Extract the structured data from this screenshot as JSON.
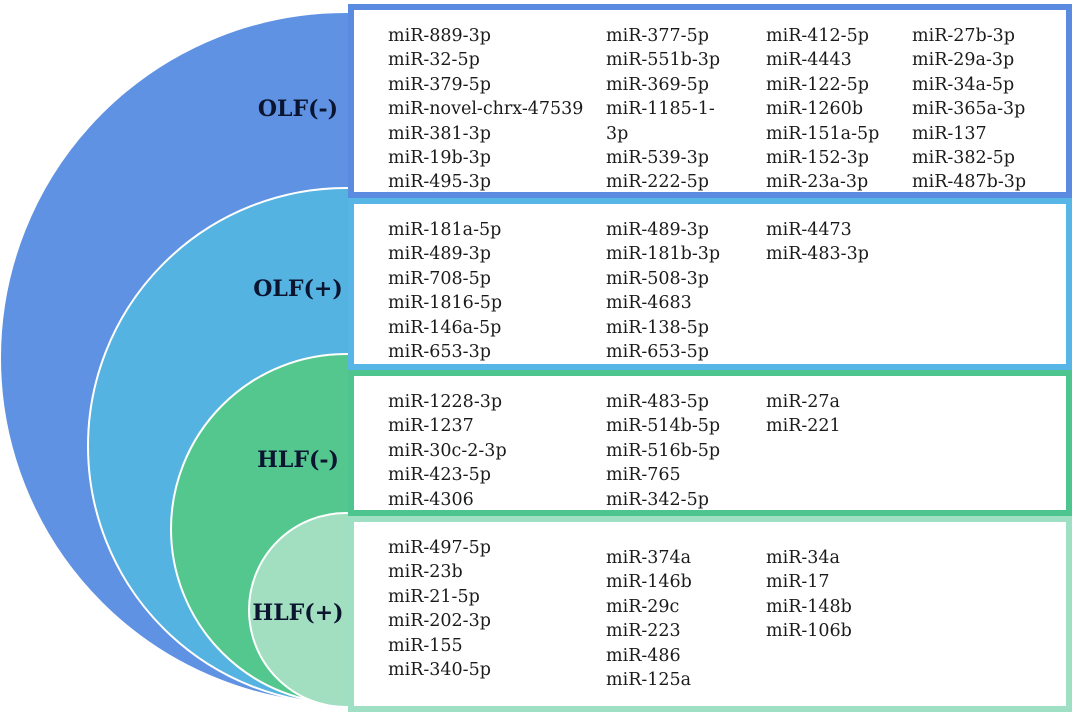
{
  "groups": [
    {
      "label": "OLF(-)",
      "color": "#5f92e3",
      "border": "#5b8be0",
      "columns": [
        [
          "miR-889-3p",
          "miR-32-5p",
          "miR-379-5p",
          "miR-novel-chrx-47539",
          "miR-381-3p",
          "miR-19b-3p",
          "miR-495-3p"
        ],
        [
          "miR-377-5p",
          "miR-551b-3p",
          "miR-369-5p",
          "miR-1185-1-",
          "3p",
          "miR-539-3p",
          "miR-222-5p"
        ],
        [
          "miR-412-5p",
          "miR-4443",
          "miR-122-5p",
          "miR-1260b",
          "miR-151a-5p",
          "miR-152-3p",
          "miR-23a-3p"
        ],
        [
          "miR-27b-3p",
          "miR-29a-3p",
          "miR-34a-5p",
          "miR-365a-3p",
          "miR-137",
          "miR-382-5p",
          "miR-487b-3p"
        ]
      ]
    },
    {
      "label": "OLF(+)",
      "color": "#55b3e1",
      "border": "#58b6e6",
      "columns": [
        [
          "miR-181a-5p",
          "miR-489-3p",
          "miR-708-5p",
          "miR-1816-5p",
          "miR-146a-5p",
          "miR-653-3p"
        ],
        [
          "miR-489-3p",
          "miR-181b-3p",
          "miR-508-3p",
          "miR-4683",
          "miR-138-5p",
          "miR-653-5p"
        ],
        [
          "miR-4473",
          "miR-483-3p"
        ]
      ]
    },
    {
      "label": "HLF(-)",
      "color": "#54c78f",
      "border": "#4ec48f",
      "columns": [
        [
          "miR-1228-3p",
          "miR-1237",
          "miR-30c-2-3p",
          "miR-423-5p",
          "miR-4306"
        ],
        [
          "miR-483-5p",
          "miR-514b-5p",
          "miR-516b-5p",
          "miR-765",
          "miR-342-5p"
        ],
        [
          "miR-27a",
          "miR-221"
        ]
      ]
    },
    {
      "label": "HLF(+)",
      "color": "#a2dfc0",
      "border": "#9fdfc3",
      "columns": [
        [
          "miR-497-5p",
          "miR-23b",
          "miR-21-5p",
          "miR-202-3p",
          "miR-155",
          "miR-340-5p"
        ],
        [
          "miR-374a",
          "miR-146b",
          "miR-29c",
          "miR-223",
          "miR-486",
          "miR-125a"
        ],
        [
          "miR-34a",
          "miR-17",
          "miR-148b",
          "miR-106b"
        ]
      ]
    }
  ]
}
